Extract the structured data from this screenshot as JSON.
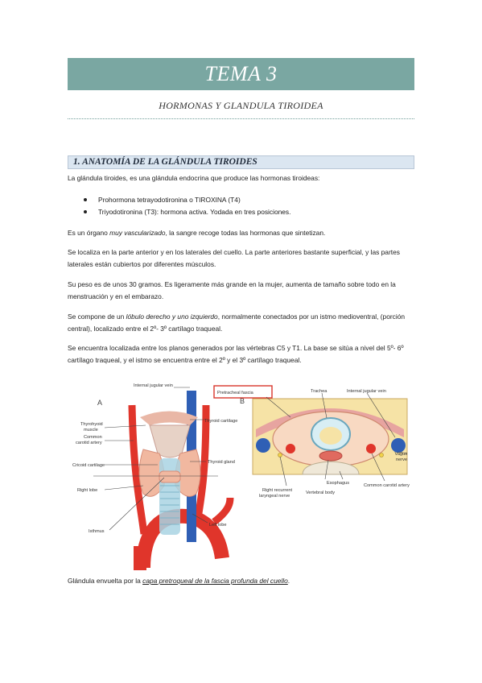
{
  "header": {
    "title": "TEMA 3",
    "subtitle": "HORMONAS Y GLANDULA TIROIDEA"
  },
  "section1": {
    "heading": "1.   ANATOMÍA DE LA GLÁNDULA TIROIDES",
    "intro": "La glándula tiroides, es una glándula endocrina que produce las hormonas tiroideas:",
    "bullets": [
      "Prohormona tetrayodotironina o TIROXINA (T4)",
      "Triyodotironina (T3): hormona activa. Yodada en tres posiciones."
    ],
    "p1_pre": "Es un órgano ",
    "p1_em": "muy vascularizado",
    "p1_post": ", la sangre recoge todas las hormonas que sintetizan.",
    "p2": "Se localiza en la parte anterior y en los laterales del cuello. La parte anteriores bastante superficial, y las partes laterales están cubiertos por diferentes músculos.",
    "p3": "Su peso es de unos 30 gramos. Es ligeramente más grande en la mujer, aumenta de tamaño sobre todo en la menstruación y en el embarazo.",
    "p4_pre": "Se compone de un ",
    "p4_em": "lóbulo derecho y uno izquierdo",
    "p4_post": ", normalmente conectados por un istmo medioventral, (porción central), localizado entre el 2º- 3º cartílago traqueal.",
    "p5": "Se encuentra localizada entre los planos generados por las vértebras C5 y T1. La base se sitúa a nivel del 5º- 6º cartílago traqueal, y el istmo se encuentra entre el 2º y el 3º cartílago traqueal."
  },
  "figure": {
    "panel_a": "A",
    "panel_b": "B",
    "labels_a": {
      "internal_jugular_vein": "Internal jugular vein",
      "thyrohyoid_muscle_1": "Thyrohyoid",
      "thyrohyoid_muscle_2": "muscle",
      "common_carotid_1": "Common",
      "common_carotid_2": "carotid artery",
      "thyroid_cartilage": "Thyroid cartilage",
      "cricoid_cartilage": "Cricoid cartilage",
      "thyroid_gland": "Thyroid gland",
      "right_lobe": "Right lobe",
      "left_lobe": "Left lobe",
      "isthmus": "Isthmus"
    },
    "labels_b": {
      "pretracheal_fascia": "Pretracheal fascia",
      "trachea": "Trachea",
      "internal_jugular_vein": "Internal jugular vein",
      "vagus_1": "Vagus",
      "vagus_2": "nerve",
      "common_carotid": "Common carotid artery",
      "right_recurrent_1": "Right recurrent",
      "right_recurrent_2": "laryngeal nerve",
      "esophagus": "Esophagus",
      "vertebral_body": "Vertebral body"
    },
    "colors": {
      "artery": "#e0352b",
      "vein": "#2f5fb5",
      "gland": "#f1b8a0",
      "trachea": "#a9d4e3",
      "fascia_bg": "#f6e3a6",
      "highlight_box": "#d8362c"
    }
  },
  "caption": {
    "pre": "Glándula envuelta por la ",
    "link": "capa pretroqueal de la fascia profunda del cuello",
    "post": "."
  }
}
